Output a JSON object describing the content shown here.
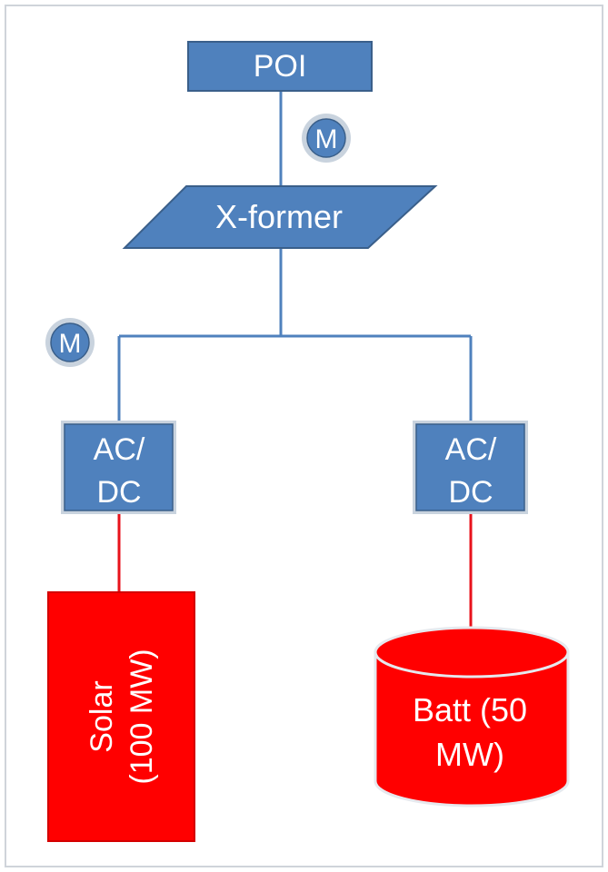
{
  "nodes": {
    "poi": "POI",
    "transformer": "X-former",
    "meter_top": "M",
    "meter_left": "M",
    "converter_left": {
      "line1": "AC/",
      "line2": "DC"
    },
    "converter_right": {
      "line1": "AC/",
      "line2": "DC"
    },
    "solar": {
      "line1": "Solar",
      "line2": "(100 MW)"
    },
    "battery": {
      "line1": "Batt (50",
      "line2": "MW)"
    }
  },
  "colors": {
    "box_fill": "#4f81bd",
    "box_stroke": "#3a5f8a",
    "ac_line": "#4f81bd",
    "dc_line": "#e8121b",
    "dc_fill": "#ff0000",
    "meter_ring": "#c9d3de"
  }
}
